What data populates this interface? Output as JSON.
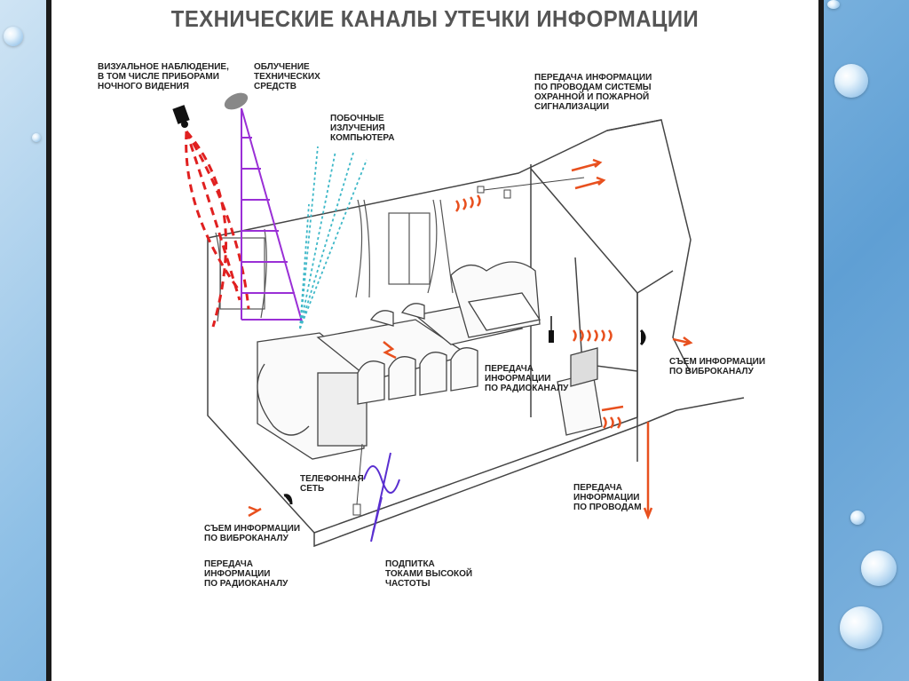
{
  "slide": {
    "title": "ТЕХНИЧЕСКИЕ КАНАЛЫ УТЕЧКИ ИНФОРМАЦИИ"
  },
  "labels": {
    "visual": "ВИЗУАЛЬНОЕ НАБЛЮДЕНИЕ,\nВ ТОМ ЧИСЛЕ ПРИБОРАМИ\nНОЧНОГО ВИДЕНИЯ",
    "irradiation": "ОБЛУЧЕНИЕ\nТЕХНИЧЕСКИХ\nСРЕДСТВ",
    "side_emissions": "ПОБОЧНЫЕ\nИЗЛУЧЕНИЯ\nКОМПЬЮТЕРА",
    "alarm_wires": "ПЕРЕДАЧА ИНФОРМАЦИИ\nПО ПРОВОДАМ СИСТЕМЫ\nОХРАННОЙ И ПОЖАРНОЙ\nСИГНАЛИЗАЦИИ",
    "radio_center": "ПЕРЕДАЧА\nИНФОРМАЦИИ\nПО РАДИОКАНАЛУ",
    "vibro_right": "СЪЕМ ИНФОРМАЦИИ\nПО ВИБРОКАНАЛУ",
    "phone_net": "ТЕЛЕФОННАЯ\nСЕТЬ",
    "vibro_left": "СЪЕМ ИНФОРМАЦИИ\nПО ВИБРОКАНАЛУ",
    "radio_left": "ПЕРЕДАЧА\nИНФОРМАЦИИ\nПО РАДИОКАНАЛУ",
    "wires": "ПЕРЕДАЧА\nИНФОРМАЦИИ\nПО ПРОВОДАМ",
    "hf_current": "ПОДПИТКА\nТОКАМИ ВЫСОКОЙ\nЧАСТОТЫ"
  },
  "colors": {
    "leak_red": "#e02020",
    "arrow_orange": "#e8501e",
    "irradiation_purple": "#9a2fd6",
    "emission_cyan": "#3fb8c8",
    "hf_violet": "#5a2fd0",
    "line_gray": "#444444"
  }
}
